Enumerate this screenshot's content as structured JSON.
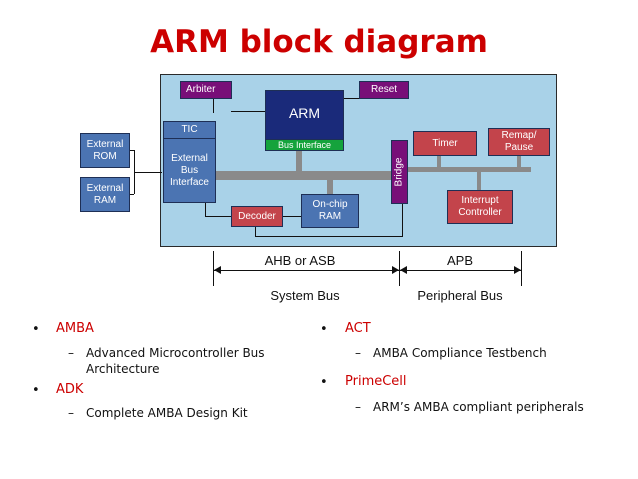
{
  "title": "ARM block diagram",
  "diagram": {
    "arbiter": "Arbiter",
    "reset": "Reset",
    "arm": "ARM",
    "bus_interface": "Bus Interface",
    "tic": "TIC",
    "external_bus_interface": "External Bus Interface",
    "external_rom": "External ROM",
    "external_ram": "External RAM",
    "decoder": "Decoder",
    "onchip_ram": "On-chip RAM",
    "bridge": "Bridge",
    "timer": "Timer",
    "remap_pause": "Remap/ Pause",
    "interrupt_controller": "Interrupt Controller",
    "ahb_label": "AHB or ASB",
    "apb_label": "APB",
    "system_bus": "System Bus",
    "peripheral_bus": "Peripheral Bus"
  },
  "bullets_left": [
    {
      "marker": "•",
      "title": "AMBA",
      "dash": "–",
      "sub": [
        "Advanced Microcontroller Bus",
        "Architecture"
      ]
    },
    {
      "marker": "•",
      "title": "ADK",
      "dash": "–",
      "sub": [
        "Complete AMBA Design Kit"
      ]
    }
  ],
  "bullets_right": [
    {
      "marker": "•",
      "title": "ACT",
      "dash": "–",
      "sub": [
        "AMBA Compliance Testbench"
      ]
    },
    {
      "marker": "•",
      "title": "PrimeCell",
      "dash": "–",
      "sub": [
        "ARM’s AMBA compliant peripherals"
      ]
    }
  ],
  "colors": {
    "title": "#cc0000",
    "panel": "#a9d2e8",
    "block_blue": "#4b74b2",
    "block_red": "#c3444b",
    "block_purple": "#780f78",
    "arm_navy": "#1a2a7a",
    "bus_interface_green": "#15a33c",
    "bus_gray": "#8a8a8a"
  }
}
